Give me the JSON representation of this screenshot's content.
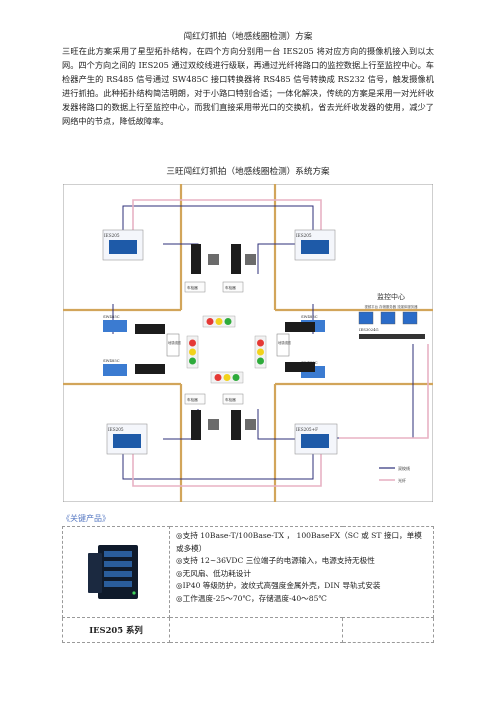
{
  "title": "闯红灯抓拍（地感线圈检测）方案",
  "intro": "三旺在此方案采用了星型拓扑结构，在四个方向分别用一台 IES205 将对应方向的摄像机接入到以太网。四个方向之间的 IES205 通过双绞线进行级联，再通过光纤将路口的监控数据上行至监控中心。车检器产生的 RS485 信号通过 SW485C 接口转换器将 RS485 信号转换成 RS232 信号，触发摄像机进行抓拍。此种拓扑结构简洁明朗，对于小路口特别合适；一体化解决，传统的方案是采用一对光纤收发器将路口的数据上行至监控中心，而我们直接采用带光口的交换机，省去光纤收发器的使用，减少了网络中的节点，降低故障率。",
  "figure": {
    "caption": "三旺闯红灯抓拍（地感线圈检测）系统方案",
    "labels": {
      "ies205_tl": "IES205",
      "ies205_tr": "IES205",
      "ies205_bl": "IES205",
      "ies205_br": "IES205+F",
      "sw485c": "SW485C",
      "detector": "车检器",
      "coil": "地感线圈",
      "center": "监控中心",
      "center_sub": "视频平台 存储服务器 流媒体服务器",
      "center_switch": "IES3024G",
      "legend_twisted": "双绞线",
      "legend_fiber": "光纤"
    }
  },
  "key_products": {
    "heading": "《关键产品》",
    "features": [
      "◎支持 10Base-T/100Base-TX ， 100BaseFX（SC 或 ST 接口，单模或多模）",
      "◎支持 12~36VDC 三位端子的电源输入，电源支持无极性",
      "◎无风扇、低功耗设计",
      "◎IP40 等级防护，波纹式高强度金属外壳，DIN 导轨式安装",
      "◎工作温度-25～70℃，存储温度-40～85℃"
    ],
    "product_name": "IES205 系列"
  },
  "colors": {
    "road": "#d2a55a",
    "twisted_pair": "#2c2f7a",
    "fiber": "#e8b2c4",
    "red": "#e53935",
    "yellow": "#f2d21b",
    "green": "#2eab3b",
    "heading_blue": "#5b7cc4"
  }
}
